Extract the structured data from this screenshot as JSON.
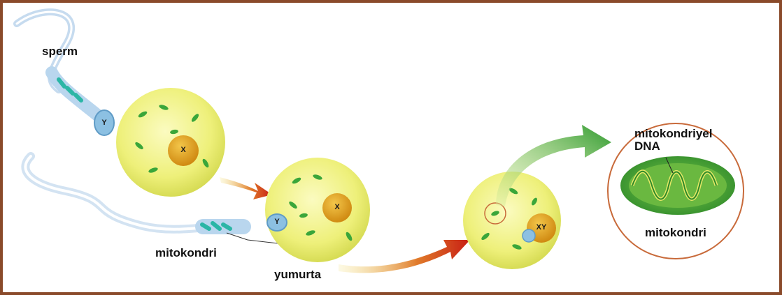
{
  "labels": {
    "sperm": "sperm",
    "mitokondri_left": "mitokondri",
    "yumurta": "yumurta",
    "mtdna_line1": "mitokondriyel",
    "mtdna_line2": "DNA",
    "mitokondri_right": "mitokondri"
  },
  "chromosomes": {
    "sperm1": "Y",
    "egg1": "X",
    "sperm2": "Y",
    "egg2": "X",
    "zygote": "XY"
  },
  "colors": {
    "border": "#8a4a2a",
    "egg": "#eef07a",
    "nucleus": "#e0a11c",
    "mitochondria_green": "#3aa63a",
    "sperm_body": "#b9d6ee",
    "arrow_red": "#c81e14",
    "arrow_green": "#2f9a2f",
    "circle_ring": "#c86a3a"
  }
}
